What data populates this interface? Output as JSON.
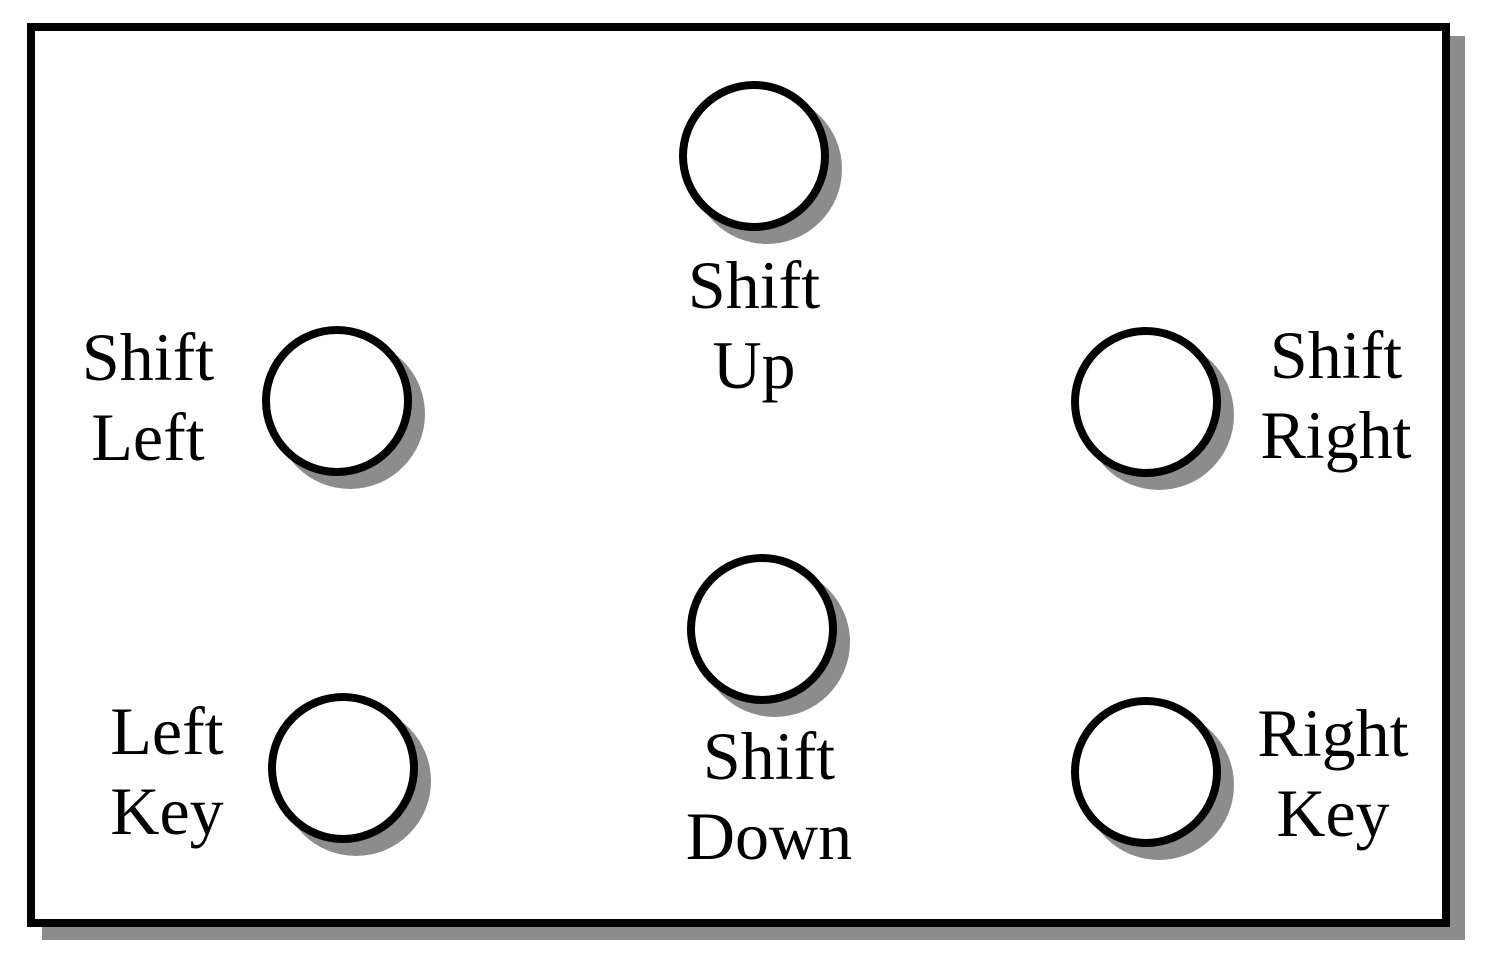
{
  "figure": {
    "description": "Six-button key panel diagram",
    "colors": {
      "stroke": "#000000",
      "shadow": "#8c8c8c",
      "background": "#ffffff"
    },
    "buttons": [
      {
        "name": "shift-up",
        "lines": [
          "Shift",
          "Up"
        ]
      },
      {
        "name": "shift-left",
        "lines": [
          "Shift",
          "Left"
        ]
      },
      {
        "name": "shift-right",
        "lines": [
          "Shift",
          "Right"
        ]
      },
      {
        "name": "shift-down",
        "lines": [
          "Shift",
          "Down"
        ]
      },
      {
        "name": "left-key",
        "lines": [
          "Left",
          "Key"
        ]
      },
      {
        "name": "right-key",
        "lines": [
          "Right",
          "Key"
        ]
      }
    ]
  }
}
